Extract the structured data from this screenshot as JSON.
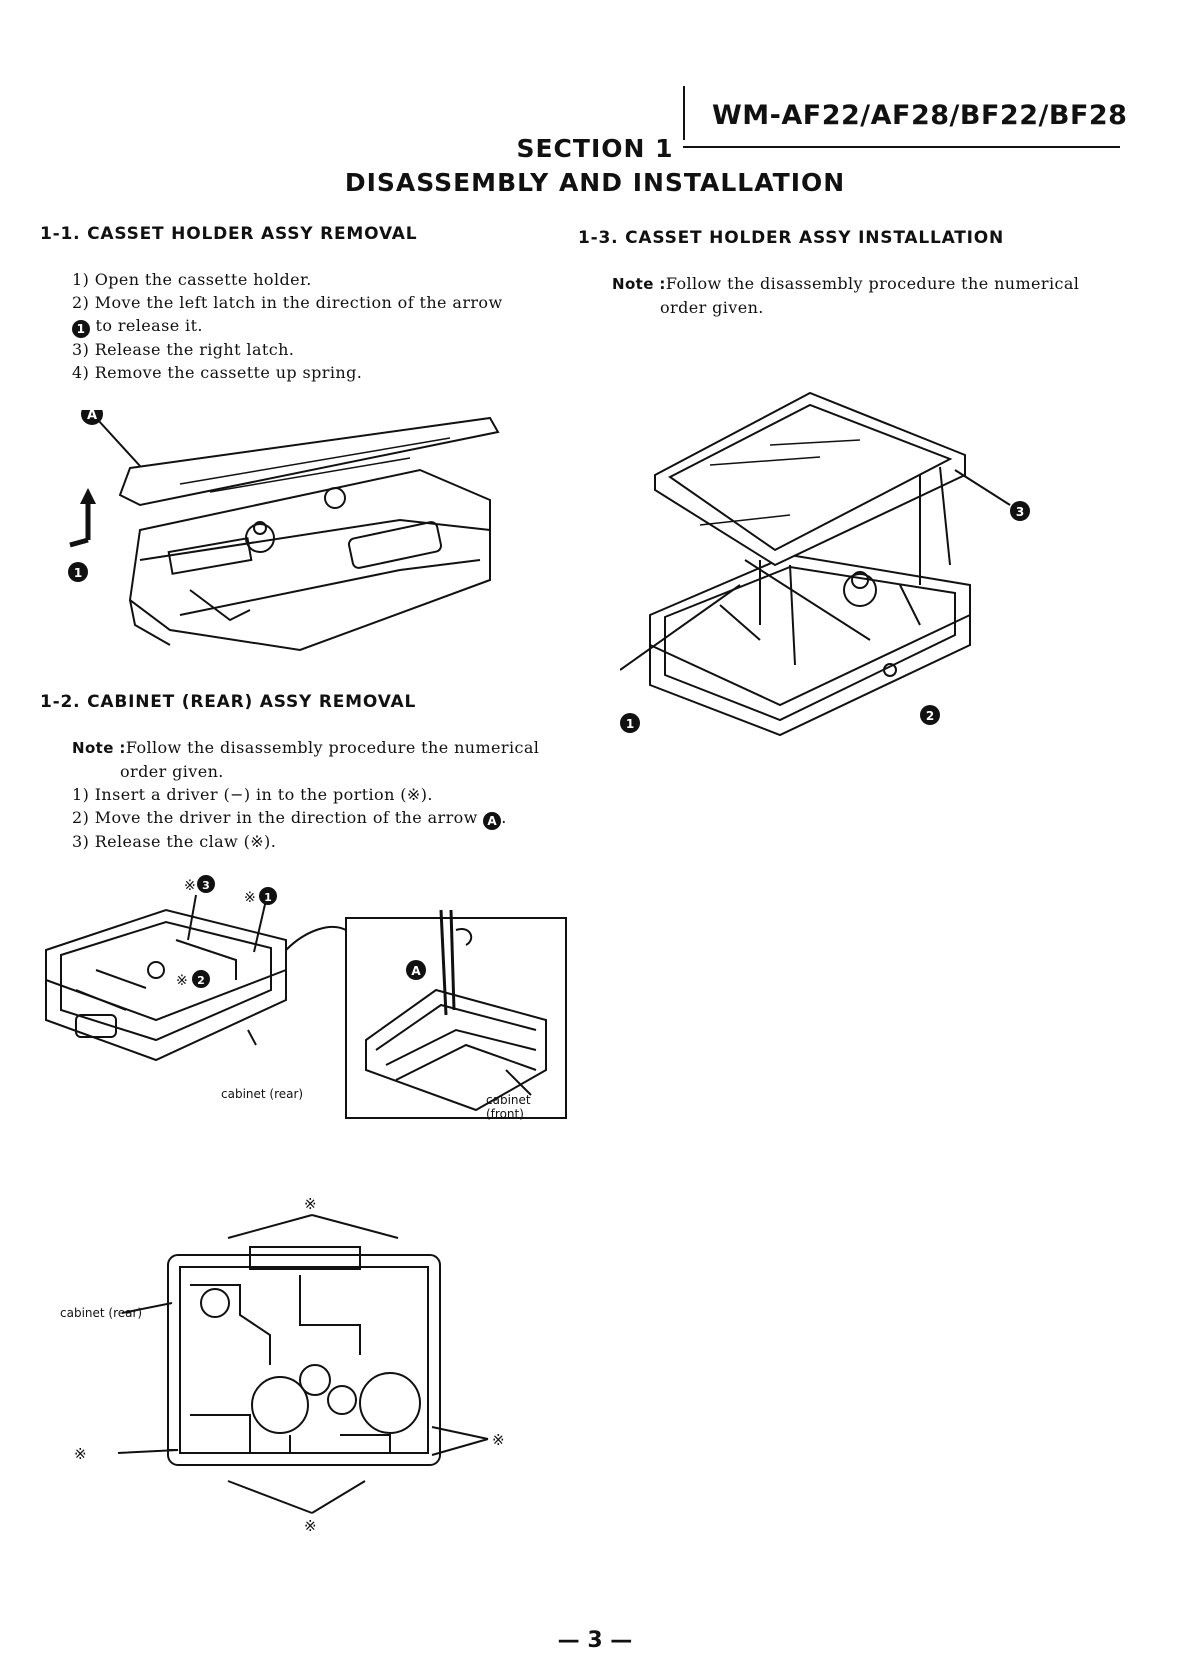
{
  "header": {
    "model": "WM-AF22/AF28/BF22/BF28",
    "section_title": "SECTION 1",
    "section_subtitle": "DISASSEMBLY AND INSTALLATION"
  },
  "s1_1": {
    "heading": "1-1. CASSET HOLDER ASSY REMOVAL",
    "steps": [
      "1) Open the cassette holder.",
      "2) Move the left latch in the direction of the arrow",
      "to release it.",
      "3) Release the right latch.",
      "4) Remove the cassette up spring."
    ],
    "marker_1": "1",
    "fig_label_a": "A",
    "fig_label_1": "1"
  },
  "s1_2": {
    "heading": "1-2. CABINET (REAR) ASSY REMOVAL",
    "note_label": "Note :",
    "note_line1": "Follow the disassembly procedure the numerical",
    "note_line2": "order given.",
    "steps": [
      "1) Insert a driver (−) in to the portion (※).",
      "2) Move the driver in the direction of the arrow",
      "3) Release the claw (※)."
    ],
    "marker_a": "A",
    "fig": {
      "mark3": "※",
      "num3": "3",
      "mark1": "※",
      "num1": "1",
      "mark2": "※",
      "num2": "2",
      "cabinet_rear": "cabinet (rear)",
      "inset_a": "A",
      "cabinet_front_1": "cabinet",
      "cabinet_front_2": "(front)"
    },
    "fig2": {
      "cabinet_rear": "cabinet (rear)",
      "mark_top": "※",
      "mark_left": "※",
      "mark_right": "※",
      "mark_bottom": "※"
    }
  },
  "s1_3": {
    "heading": "1-3. CASSET HOLDER ASSY INSTALLATION",
    "note_label": "Note :",
    "note_line1": "Follow the disassembly procedure the numerical",
    "note_line2": "order given.",
    "fig_label_1": "1",
    "fig_label_2": "2",
    "fig_label_3": "3"
  },
  "footer": {
    "page": "— 3 —"
  }
}
